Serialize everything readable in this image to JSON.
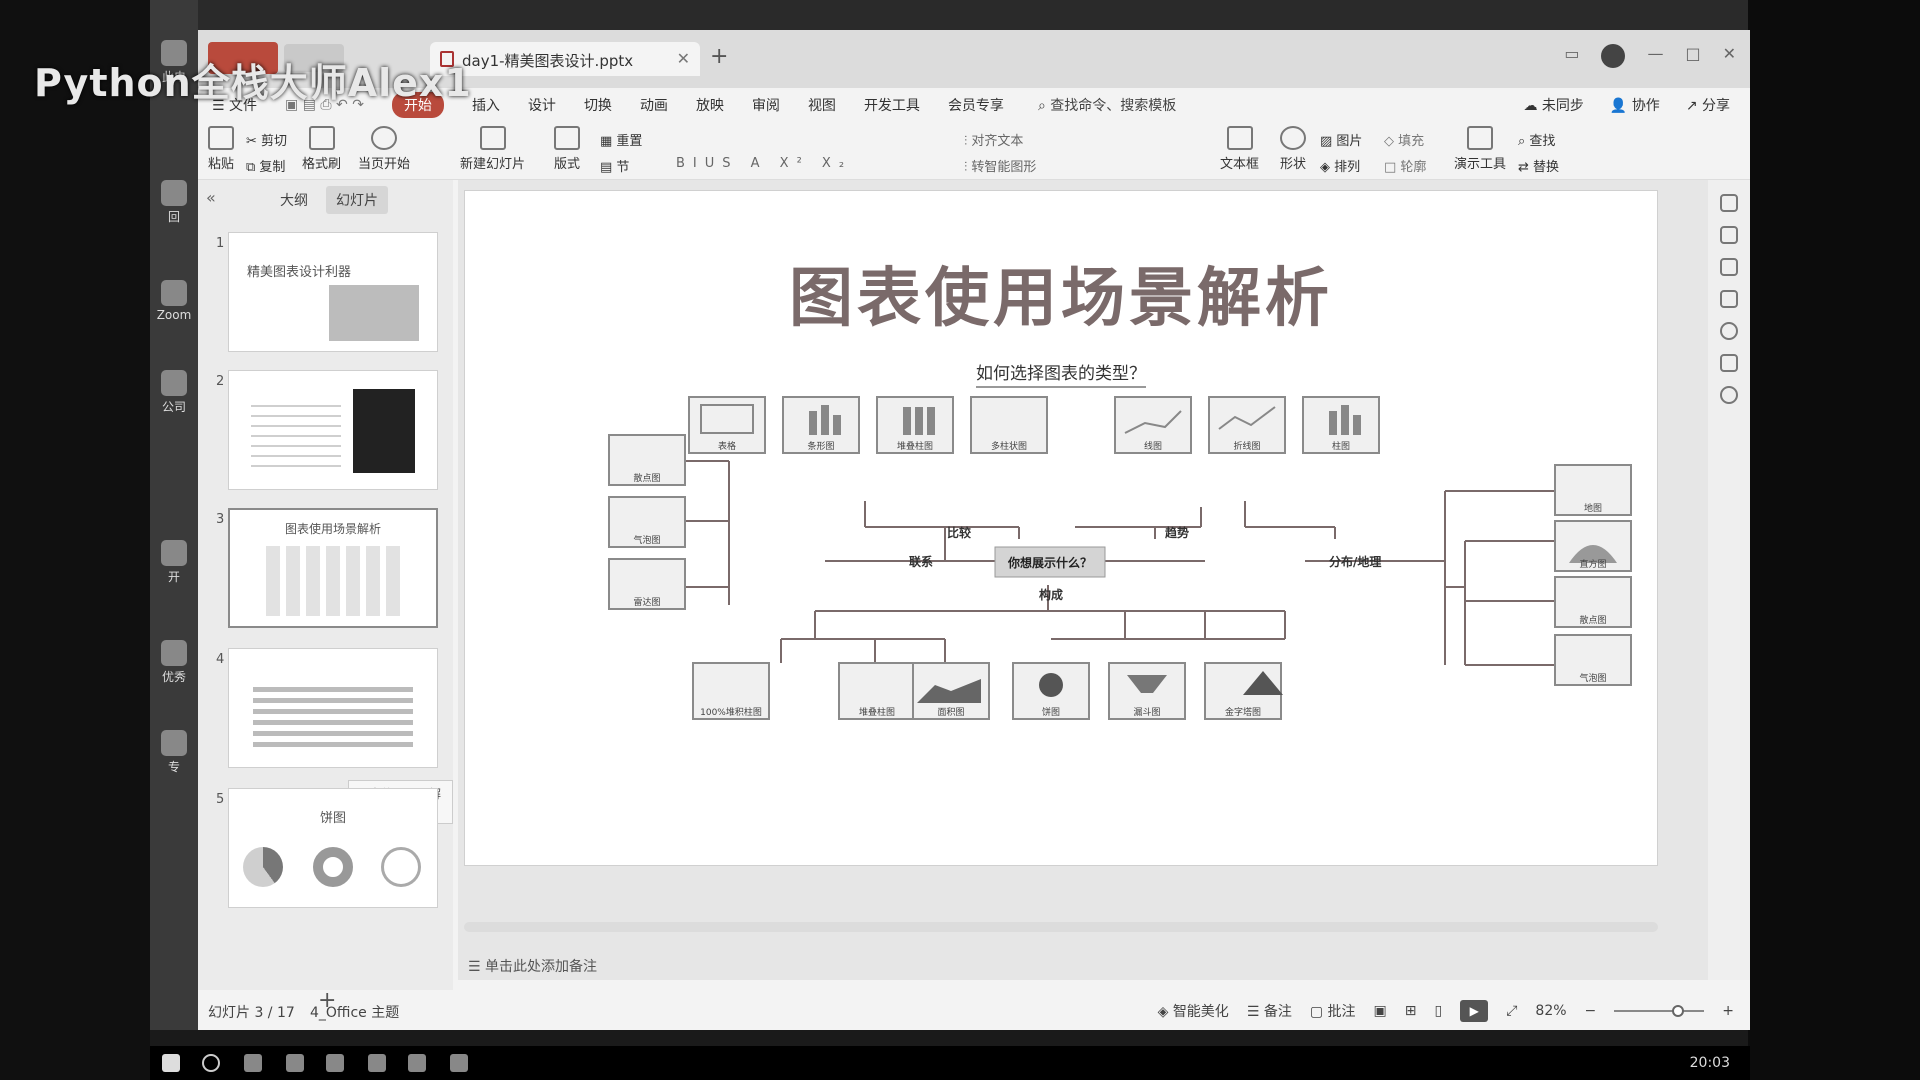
{
  "overlay": {
    "text": "Python全栈大师Alex1"
  },
  "desktop_icons": [
    "此电",
    "回",
    "Zoom",
    "公司",
    "开",
    "优秀",
    "专"
  ],
  "window": {
    "doc_tab": "day1-精美图表设计.pptx",
    "controls": [
      "▭",
      "—",
      "□",
      "✕"
    ]
  },
  "menu": {
    "file": "文件",
    "items": [
      "开始",
      "插入",
      "设计",
      "切换",
      "动画",
      "放映",
      "审阅",
      "视图",
      "开发工具",
      "会员专享"
    ],
    "active": "开始",
    "search": "查找命令、搜索模板",
    "right": [
      "未同步",
      "协作",
      "分享"
    ]
  },
  "ribbon": {
    "paste": "粘贴",
    "cut": "剪切",
    "copy": "复制",
    "format_painter": "格式刷",
    "from_start": "当页开始",
    "new_slide": "新建幻灯片",
    "layout": "版式",
    "section": "节",
    "reset": "重置",
    "text_box": "文本框",
    "shape": "形状",
    "picture": "图片",
    "arrange": "排列",
    "fill": "填充",
    "outline": "轮廓",
    "present_tools": "演示工具",
    "find": "查找",
    "replace": "替换",
    "align_text": "对齐文本",
    "convert_smart": "转智能图形"
  },
  "left_panel": {
    "tab_outline": "大纲",
    "tab_slides": "幻灯片",
    "thumbs": [
      {
        "num": "1",
        "title": "精美图表设计利器"
      },
      {
        "num": "2",
        "title": ""
      },
      {
        "num": "3",
        "title": "图表使用场景解析"
      },
      {
        "num": "4",
        "title": ""
      },
      {
        "num": "5",
        "title": "饼图"
      }
    ],
    "tooltip": "图表使用场景解析"
  },
  "slide": {
    "title": "图表使用场景解析",
    "subtitle": "如何选择图表的类型？",
    "center": "你想展示什么？",
    "branches": [
      "比较",
      "趋势",
      "联系",
      "分布/地理",
      "构成"
    ],
    "top_cards": [
      "表格",
      "条形图",
      "堆叠柱图",
      "多柱状图",
      "线图",
      "折线图",
      "柱图"
    ],
    "left_cards": [
      "散点图",
      "气泡图",
      "雷达图"
    ],
    "right_cards": [
      "地图",
      "直方图",
      "散点图",
      "气泡图"
    ],
    "bottom_cards": [
      "100%堆积柱图",
      "堆叠柱图",
      "面积图",
      "饼图",
      "漏斗图",
      "金字塔图"
    ],
    "notes": "单击此处添加备注"
  },
  "status": {
    "slide_index": "幻灯片 3 / 17",
    "theme": "4_Office 主题",
    "smart": "智能美化",
    "notes": "备注",
    "comments": "批注",
    "zoom": "82%"
  },
  "taskbar": {
    "clock": "20:03"
  }
}
